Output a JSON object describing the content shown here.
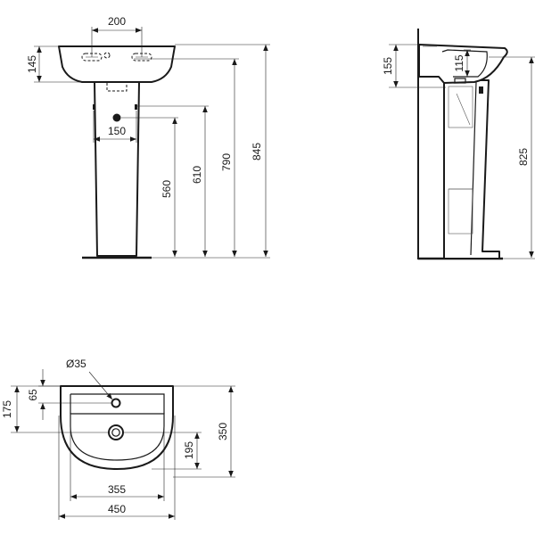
{
  "front_view": {
    "tap_hole_spacing": "200",
    "basin_height": "145",
    "waste_spacing": "150",
    "waste_height": "560",
    "supply_height": "610",
    "rim_height": "790",
    "overall_height": "845"
  },
  "side_view": {
    "tap_height": "155",
    "bowl_depth": "115",
    "pedestal_height": "825"
  },
  "top_view": {
    "tap_hole_diameter": "Ø35",
    "tap_hole_offset": "65",
    "deck_depth": "175",
    "outlet_depth": "195",
    "overall_depth": "350",
    "bowl_width": "355",
    "overall_width": "450"
  },
  "colors": {
    "line": "#1a1a1a",
    "background": "#ffffff"
  },
  "arrow_icon": "arrowhead"
}
